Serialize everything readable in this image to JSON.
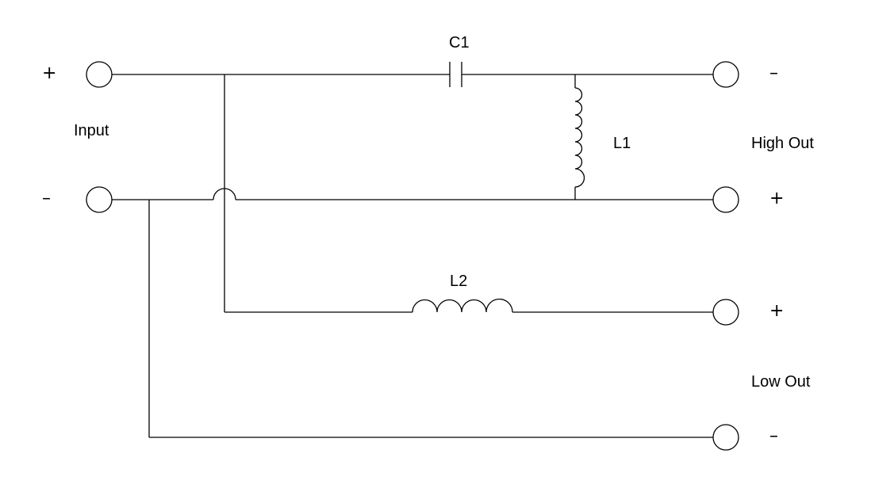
{
  "components": {
    "capacitor": "C1",
    "inductor_high": "L1",
    "inductor_low": "L2"
  },
  "ports": {
    "input": {
      "label": "Input",
      "top_sign": "+",
      "bottom_sign": "–"
    },
    "high_out": {
      "label": "High Out",
      "top_sign": "–",
      "bottom_sign": "+"
    },
    "low_out": {
      "label": "Low Out",
      "top_sign": "+",
      "bottom_sign": "–"
    }
  }
}
